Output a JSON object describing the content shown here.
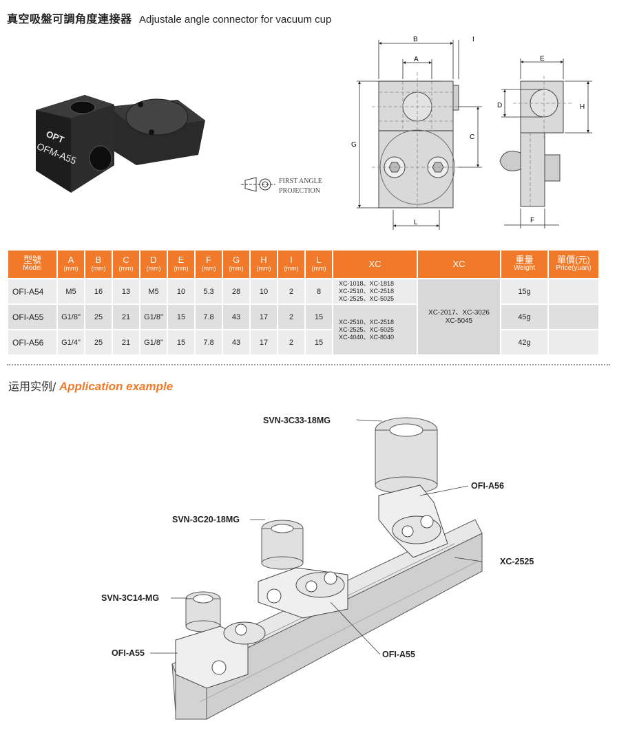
{
  "header": {
    "title_cn": "真空吸盤可調角度連接器",
    "title_en": "Adjustale angle connector for vacuum cup"
  },
  "product_photo": {
    "brand": "OPT",
    "model": "OFM-A55"
  },
  "drawing": {
    "dims": {
      "B": "B",
      "A": "A",
      "I": "I",
      "E": "E",
      "D": "D",
      "H": "H",
      "C": "C",
      "G": "G",
      "L": "L",
      "F": "F"
    },
    "projection_line1": "FIRST ANGLE",
    "projection_line2": "PROJECTION"
  },
  "table": {
    "headers": [
      {
        "label": "型號",
        "sub": "Model"
      },
      {
        "label": "A",
        "sub": "(mm)"
      },
      {
        "label": "B",
        "sub": "(mm)"
      },
      {
        "label": "C",
        "sub": "(mm)"
      },
      {
        "label": "D",
        "sub": "(mm)"
      },
      {
        "label": "E",
        "sub": "(mm)"
      },
      {
        "label": "F",
        "sub": "(mm)"
      },
      {
        "label": "G",
        "sub": "(mm)"
      },
      {
        "label": "H",
        "sub": "(mm)"
      },
      {
        "label": "I",
        "sub": "(mm)"
      },
      {
        "label": "L",
        "sub": "(mm)"
      },
      {
        "label": "XC",
        "sub": ""
      },
      {
        "label": "XC",
        "sub": ""
      },
      {
        "label": "重量",
        "sub": "Weight"
      },
      {
        "label": "單價(元)",
        "sub": "Price(yuan)"
      }
    ],
    "rows": [
      {
        "model": "OFI-A54",
        "A": "M5",
        "B": "16",
        "C": "13",
        "D": "M5",
        "E": "10",
        "F": "5.3",
        "G": "28",
        "H": "10",
        "I": "2",
        "L": "8",
        "weight": "15g",
        "price": ""
      },
      {
        "model": "OFI-A55",
        "A": "G1/8\"",
        "B": "25",
        "C": "21",
        "D": "G1/8\"",
        "E": "15",
        "F": "7.8",
        "G": "43",
        "H": "17",
        "I": "2",
        "L": "15",
        "weight": "45g",
        "price": ""
      },
      {
        "model": "OFI-A56",
        "A": "G1/4\"",
        "B": "25",
        "C": "21",
        "D": "G1/8\"",
        "E": "15",
        "F": "7.8",
        "G": "43",
        "H": "17",
        "I": "2",
        "L": "15",
        "weight": "42g",
        "price": ""
      }
    ],
    "xc_small": "XC-1018、XC-1818\nXC-2510、XC-2518\nXC-2525、XC-5025",
    "xc_large_group": "XC-2510、XC-2518\nXC-2525、XC-5025\nXC-4040、XC-8040",
    "xc_second": "XC-2017、XC-3026\nXC-5045"
  },
  "application": {
    "title_cn": "运用实例/",
    "title_en": "Application example",
    "labels": {
      "cup_large": "SVN-3C33-18MG",
      "conn_a56": "OFI-A56",
      "cup_mid": "SVN-3C20-18MG",
      "rail": "XC-2525",
      "cup_small": "SVN-3C14-MG",
      "conn_left": "OFI-A55",
      "conn_mid": "OFI-A55"
    }
  }
}
